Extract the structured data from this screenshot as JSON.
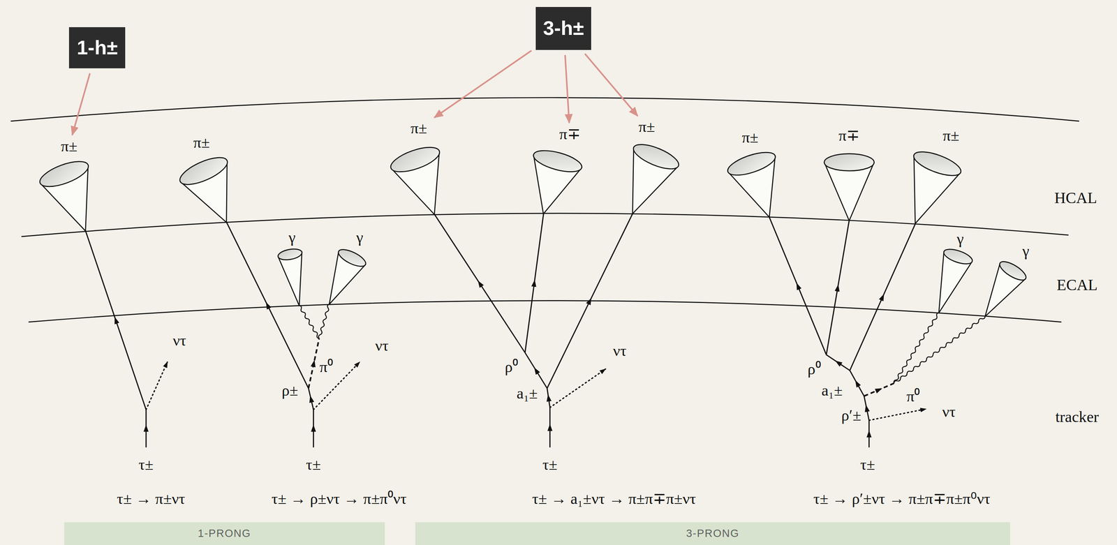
{
  "diagram": {
    "nodes": [
      {
        "text": [
          "1-h±"
        ]
      },
      {
        "text": [
          "3-h±"
        ]
      },
      {
        "text": [
          "π±"
        ]
      },
      {
        "text": [
          "π±"
        ]
      },
      {
        "text": [
          "π±"
        ]
      },
      {
        "text": [
          "π∓"
        ]
      },
      {
        "text": [
          "π±"
        ]
      },
      {
        "text": [
          "π±"
        ]
      },
      {
        "text": [
          "π∓"
        ]
      },
      {
        "text": [
          "π±"
        ]
      },
      {
        "text": [
          "γ"
        ]
      },
      {
        "text": [
          "γ"
        ]
      },
      {
        "text": [
          "γ"
        ]
      },
      {
        "text": [
          "γ"
        ]
      },
      {
        "text": [
          "1-PRONG"
        ]
      },
      {
        "text": [
          "3-PRONG"
        ]
      }
    ],
    "edges": [
      {
        "from": 0,
        "to": 2,
        "arrow": "to"
      },
      {
        "from": 1,
        "to": 4,
        "arrow": "to"
      },
      {
        "from": 1,
        "to": 5,
        "arrow": "to"
      },
      {
        "from": 1,
        "to": 6,
        "arrow": "to"
      }
    ],
    "labels": [
      "HCAL",
      "ECAL",
      "tracker",
      "ντ",
      "ρ±",
      "π⁰",
      "ντ",
      "ρ⁰",
      "a₁±",
      "ντ",
      "ρ⁰",
      "a₁±",
      "ρ′±",
      "π⁰",
      "ντ",
      "τ±",
      "τ±",
      "τ±",
      "τ±",
      "τ± → π±ντ",
      "τ± → ρ±ντ → π±π⁰ντ",
      "τ± → a₁±ντ → π±π∓π±ντ",
      "τ± → ρ′±ντ → π±π∓π±π⁰ντ"
    ]
  }
}
